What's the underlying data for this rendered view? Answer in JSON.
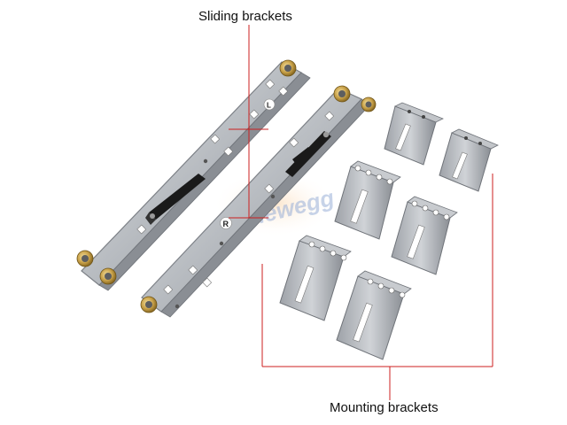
{
  "labels": {
    "sliding": "Sliding brackets",
    "mounting": "Mounting brackets"
  },
  "rail_markings": {
    "left": "L",
    "right": "R"
  },
  "watermark": "newegg",
  "colors": {
    "callout_line": "#cc1f1f",
    "steel_light": "#d3d6da",
    "steel_mid": "#a9adb3",
    "steel_dark": "#7d8187",
    "brass": "#c9a24a",
    "latch": "#1a1a1a",
    "watermark": "#f4c9a0"
  },
  "icons": {
    "grommet": "brass-grommet-icon",
    "latch": "release-latch-icon"
  }
}
